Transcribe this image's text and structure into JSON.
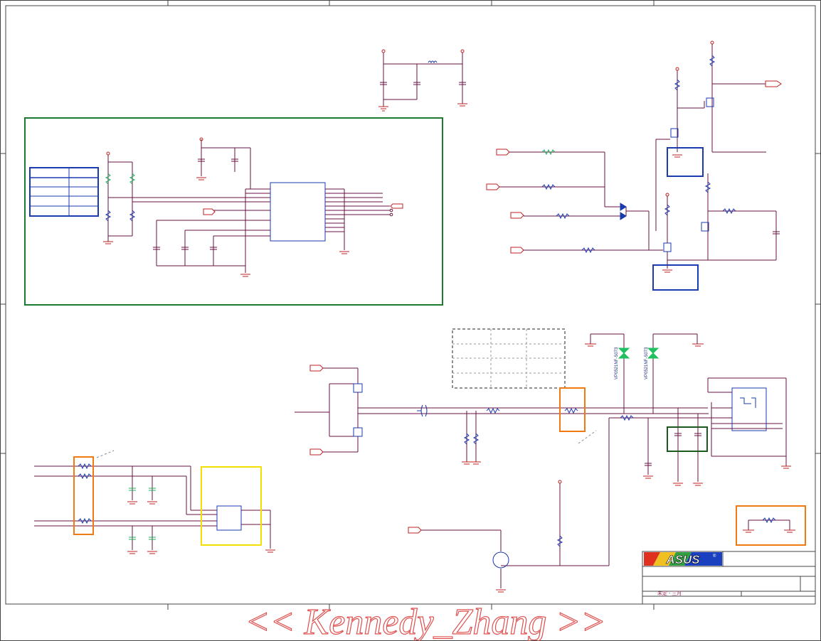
{
  "watermark": "<< Kennedy_Zhang >>",
  "title_block": {
    "logo_text": "ASUS",
    "logo_registered": "®",
    "footer_small_text": "未定 - 三月"
  },
  "components": {
    "tvs_diode_1": "VP0521NF-S073",
    "tvs_diode_2": "VP0521NF-S073"
  },
  "colors": {
    "wire": "#6a1040",
    "power": "#c02020",
    "part_blue": "#1a3ab0",
    "highlight_green_box": "#1a7a30",
    "highlight_orange": "#f07a10",
    "highlight_yellow": "#f4e000",
    "highlight_dark_green": "#1a5a20",
    "highlight_blue_box": "#1a3ab0",
    "cap_green": "#20b060",
    "watermark": "#e05050"
  }
}
